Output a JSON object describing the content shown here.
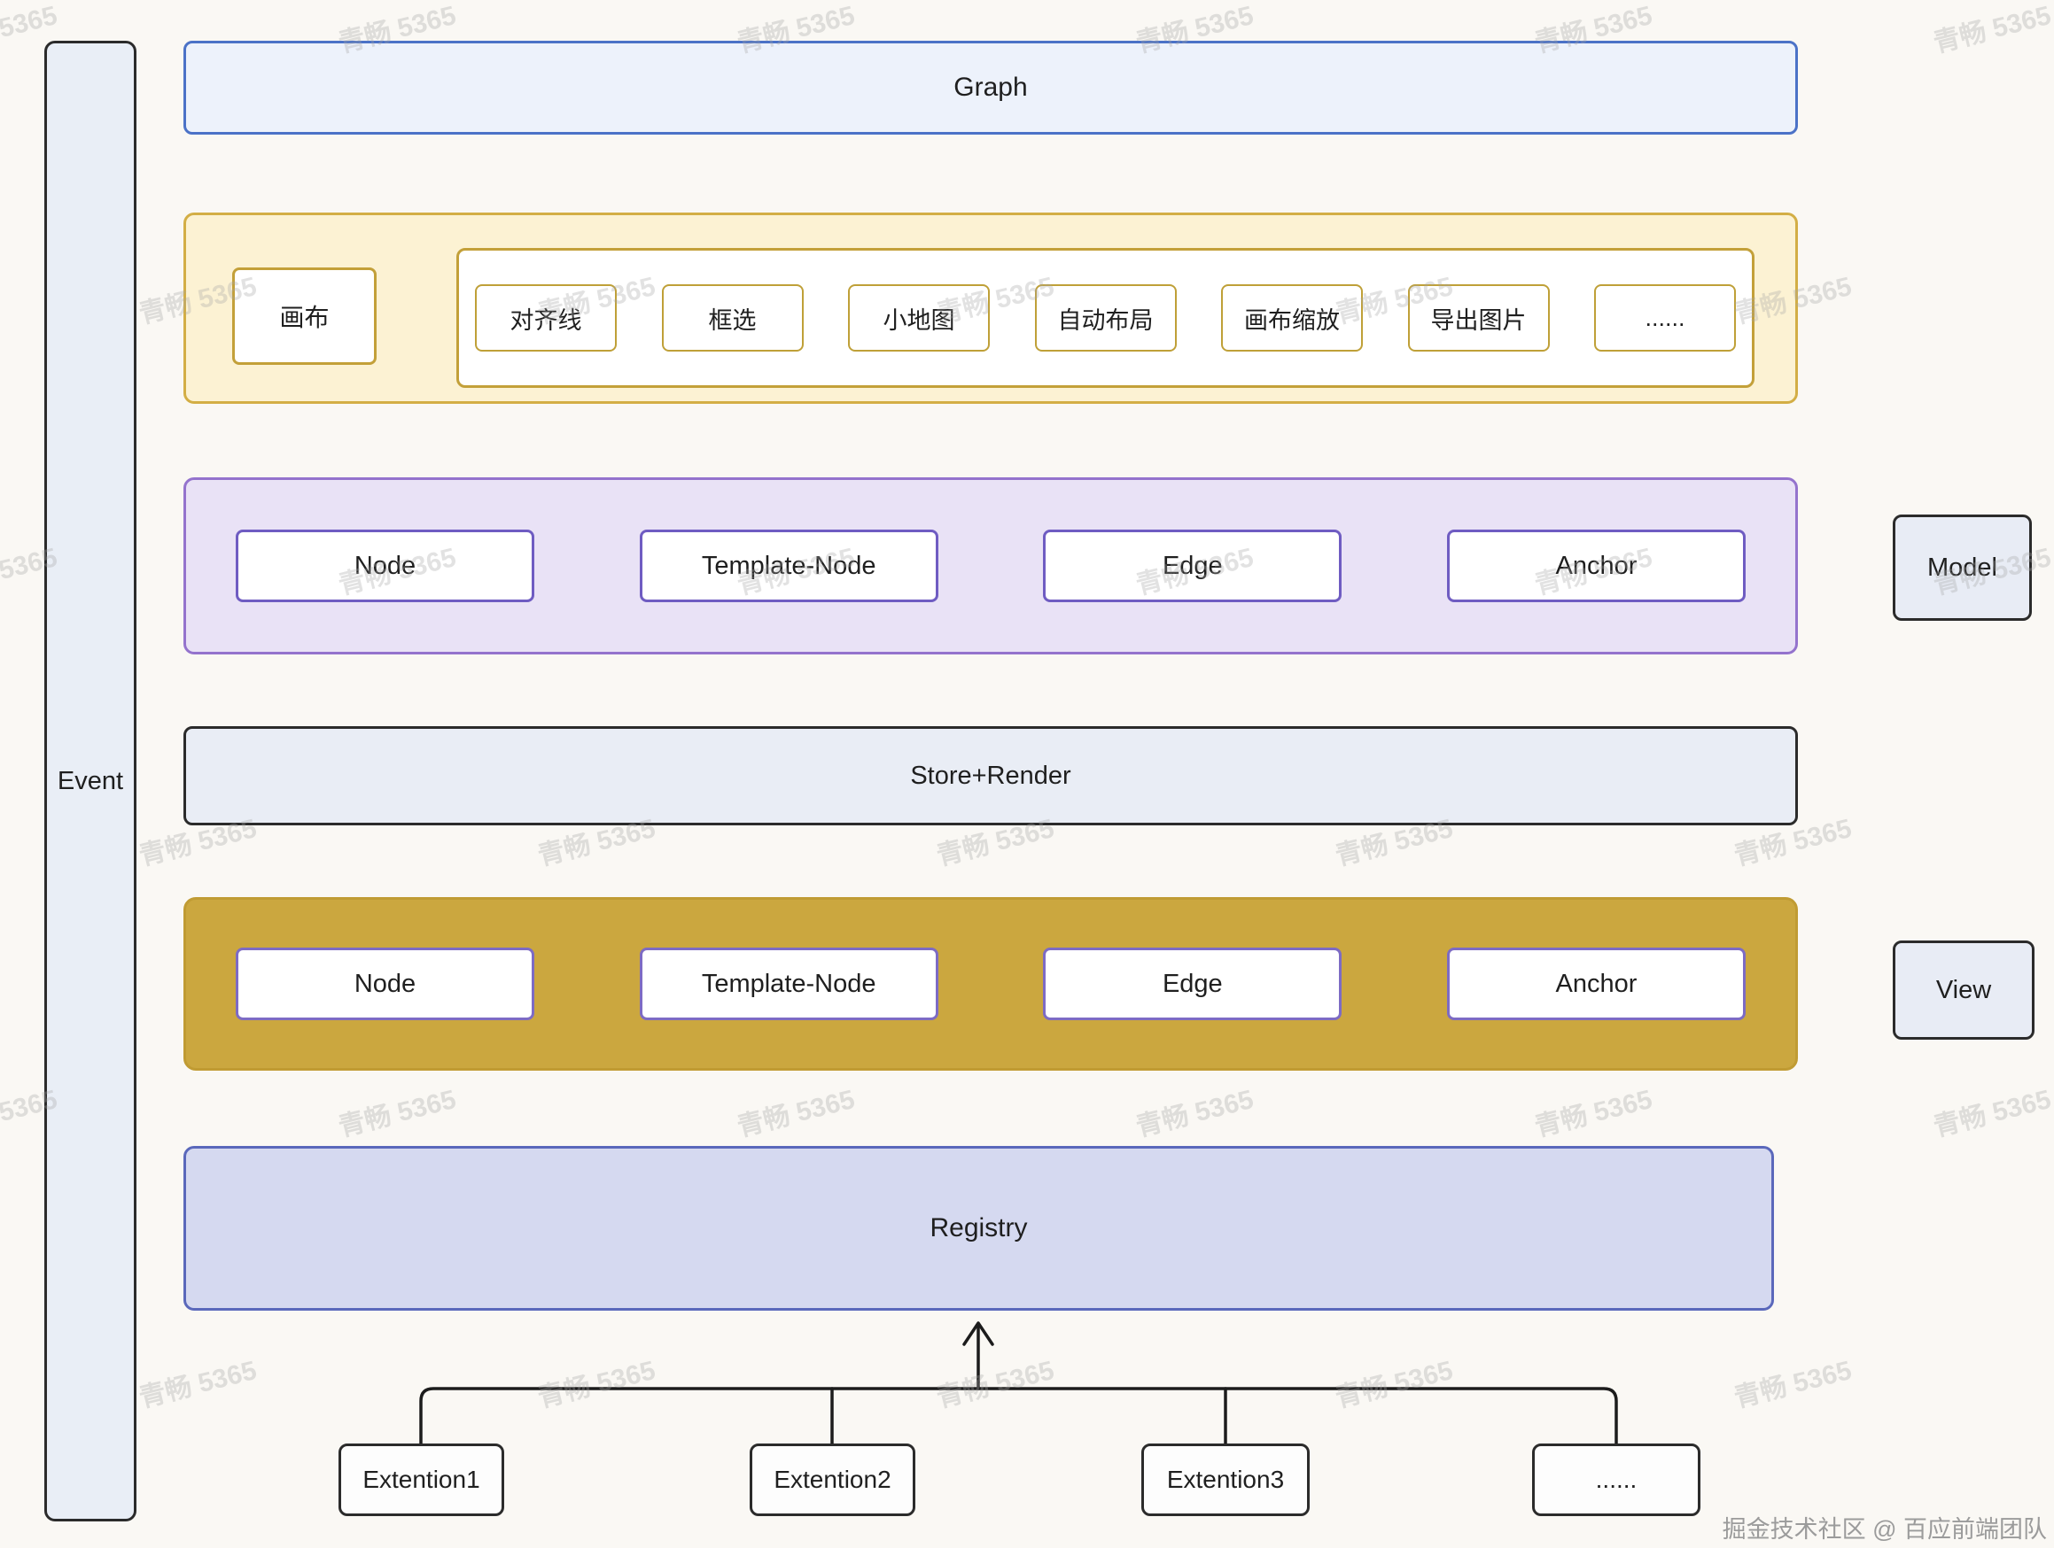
{
  "watermark": {
    "text": "青畅 5365"
  },
  "credit": {
    "text": "掘金技术社区 @ 百应前端团队"
  },
  "event": {
    "label": "Event"
  },
  "graph": {
    "label": "Graph"
  },
  "canvas": {
    "label": "画布",
    "features": [
      "对齐线",
      "框选",
      "小地图",
      "自动布局",
      "画布缩放",
      "导出图片",
      "......"
    ]
  },
  "model": {
    "label": "Model",
    "items": [
      "Node",
      "Template-Node",
      "Edge",
      "Anchor"
    ]
  },
  "store": {
    "label": "Store+Render"
  },
  "view": {
    "label": "View",
    "items": [
      "Node",
      "Template-Node",
      "Edge",
      "Anchor"
    ]
  },
  "registry": {
    "label": "Registry"
  },
  "extensions": [
    "Extention1",
    "Extention2",
    "Extention3",
    "......"
  ]
}
